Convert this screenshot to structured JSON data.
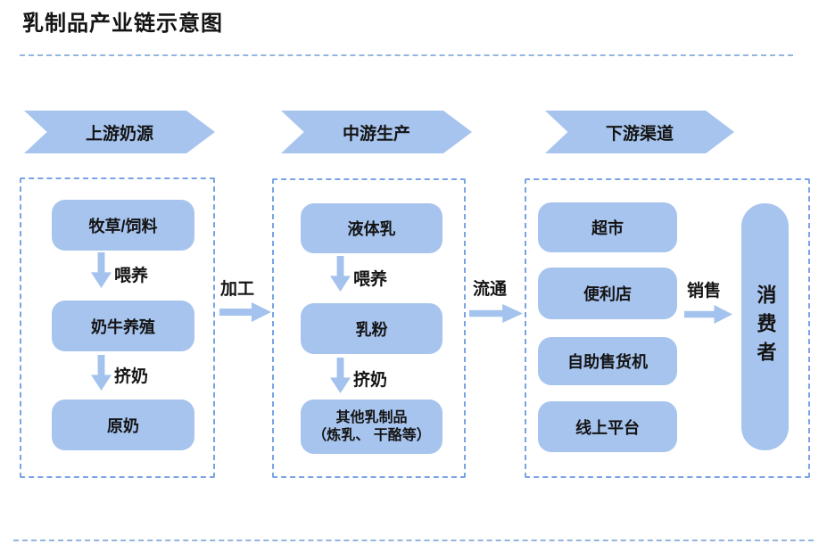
{
  "title": "乳制品产业链示意图",
  "banners": [
    {
      "label": "上游奶源"
    },
    {
      "label": "中游生产"
    },
    {
      "label": "下游渠道"
    }
  ],
  "upstream": {
    "node1": "牧草/饲料",
    "edge1": "喂养",
    "node2": "奶牛养殖",
    "edge2": "挤奶",
    "node3": "原奶"
  },
  "midstream": {
    "node1": "液体乳",
    "edge1": "喂养",
    "node2": "乳粉",
    "edge2": "挤奶",
    "node3_line1": "其他乳制品",
    "node3_line2": "（炼乳、 干酪等）"
  },
  "downstream": {
    "node1": "超市",
    "node2": "便利店",
    "node3": "自助售货机",
    "node4": "线上平台",
    "consumer": "消费者"
  },
  "connectors": {
    "process": "加工",
    "distribute": "流通",
    "sell": "销售"
  },
  "colors": {
    "node_fill": "#a7c4ee",
    "dashed_border": "#7aa3e6",
    "arrow_fill": "#a3c2ed",
    "rule_color": "#93b6de",
    "text": "#141414"
  }
}
